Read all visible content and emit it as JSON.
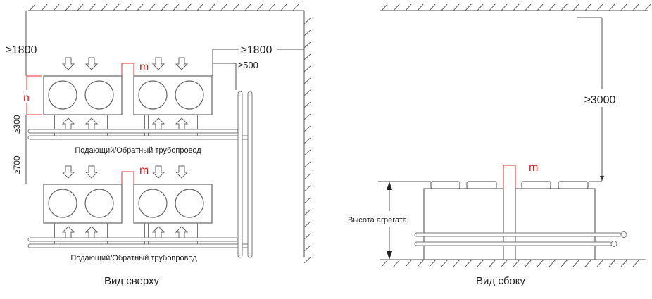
{
  "top_view": {
    "clearance_top": "≥1800",
    "clearance_right": "≥1800",
    "clearance_pipe": "≥500",
    "clearance_rear": "≥300",
    "clearance_rows": "≥700",
    "gap_label": "m",
    "depth_label": "n",
    "pipe_label_1": "Подающий/Обратный трубопровод",
    "pipe_label_2": "Подающий/Обратный трубопровод",
    "caption": "Вид сверху"
  },
  "side_view": {
    "clearance_top": "≥3000",
    "gap_label": "m",
    "height_label": "Высота агрегата",
    "caption": "Вид сбоку"
  },
  "colors": {
    "accent": "#e02020",
    "line": "#555555"
  }
}
